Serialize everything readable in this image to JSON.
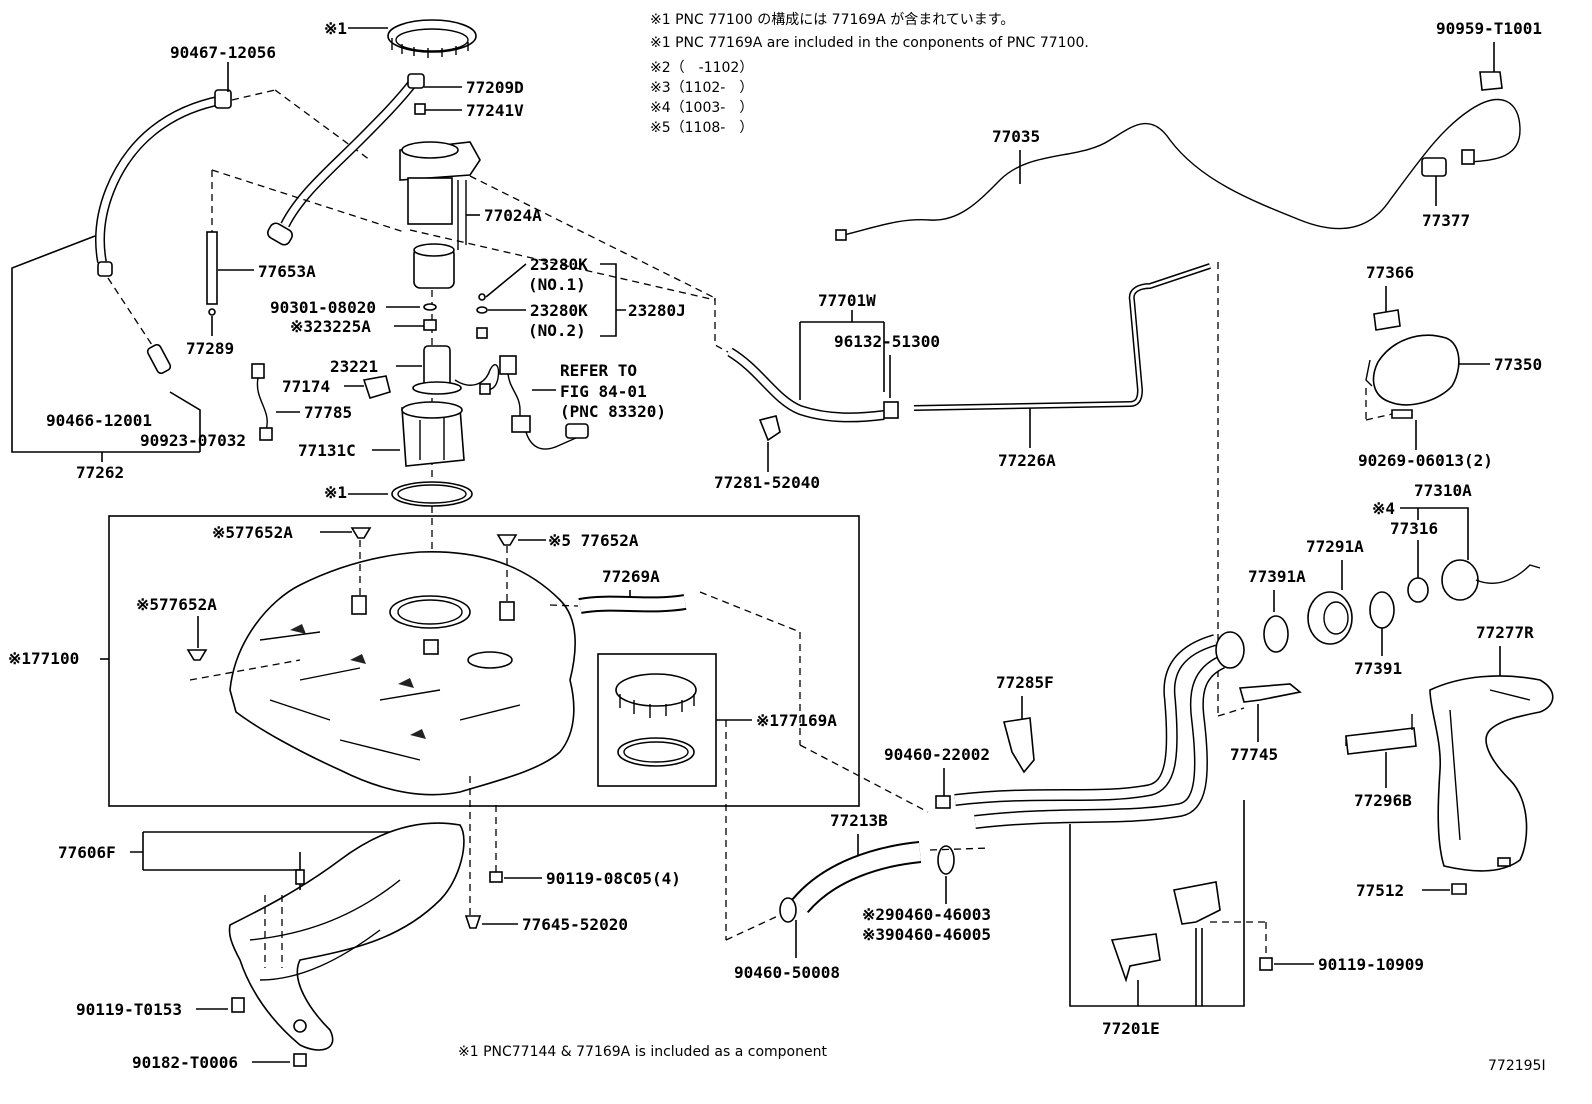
{
  "notes": {
    "header": [
      "※1 PNC 77100 の構成には 77169A が含まれています。",
      "※1 PNC 77169A are included in the conponents of PNC 77100.",
      "※2（　-1102）",
      "※3（1102-　）",
      "※4（1003-　）",
      "※5（1108-　）"
    ],
    "footer": "※1 PNC77144 & 77169A is included as a component",
    "figure_id": "772195I"
  },
  "labels": {
    "l_x1_top": "※1",
    "l_90467": "90467-12056",
    "l_77209D": "77209D",
    "l_77241V": "77241V",
    "l_77024A": "77024A",
    "l_77653A": "77653A",
    "l_23280K_1": "23280K",
    "l_no1": "(NO.1)",
    "l_90301": "90301-08020",
    "l_23280K_2": "23280K",
    "l_23280J": "23280J",
    "l_23225A": "※323225A",
    "l_no2": "(NO.2)",
    "l_77289": "77289",
    "l_23221": "23221",
    "l_refer1": "REFER TO",
    "l_refer2": "FIG 84-01",
    "l_refer3": "(PNC 83320)",
    "l_77174": "77174",
    "l_77785": "77785",
    "l_77131C": "77131C",
    "l_90466": "90466-12001",
    "l_90923": "90923-07032",
    "l_77262": "77262",
    "l_x1_ring": "※1",
    "l_77652A_a": "※577652A",
    "l_77652A_b": "※5 77652A",
    "l_77652A_c": "※577652A",
    "l_77269A": "77269A",
    "l_77100": "※177100",
    "l_77169A": "※177169A",
    "l_77606F": "77606F",
    "l_90119_08C05": "90119-08C05(4)",
    "l_77645": "77645-52020",
    "l_90119_T0153": "90119-T0153",
    "l_90182": "90182-T0006",
    "l_77701W": "77701W",
    "l_96132": "96132-51300",
    "l_77281": "77281-52040",
    "l_77226A": "77226A",
    "l_77035": "77035",
    "l_90959": "90959-T1001",
    "l_77377": "77377",
    "l_77366": "77366",
    "l_77350": "77350",
    "l_90269": "90269-06013(2)",
    "l_x4": "※4",
    "l_77310A": "77310A",
    "l_77316": "77316",
    "l_77291A": "77291A",
    "l_77391A": "77391A",
    "l_77391": "77391",
    "l_77277R": "77277R",
    "l_77285F": "77285F",
    "l_90460_22002": "90460-22002",
    "l_77745": "77745",
    "l_77296B": "77296B",
    "l_77213B": "77213B",
    "l_90460_46003": "※290460-46003",
    "l_90460_46005": "※390460-46005",
    "l_90460_50008": "90460-50008",
    "l_77512": "77512",
    "l_90119_10909": "90119-10909",
    "l_77201E": "77201E"
  }
}
